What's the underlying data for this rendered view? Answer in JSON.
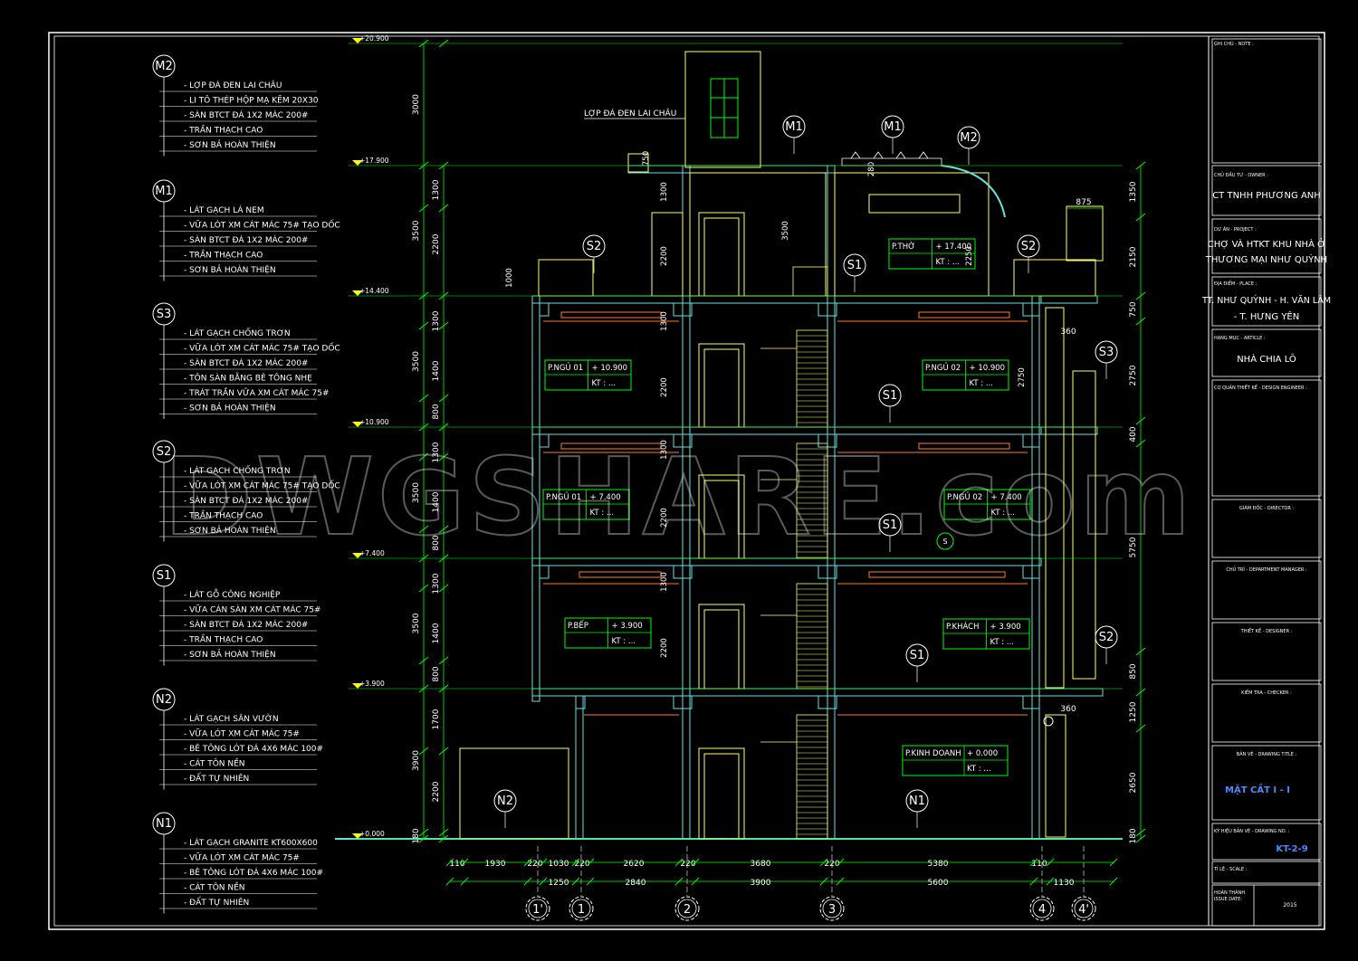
{
  "specs": [
    {
      "tag": "M2",
      "lines": [
        "- LỢP ĐÁ ĐEN LAI CHÂU",
        "- LI TÔ THÉP HỘP MẠ KẼM 20X30",
        "- SÀN BTCT ĐÁ 1X2 MÁC 200#",
        "- TRẦN THẠCH CAO",
        "- SƠN BẢ HOÀN THIỆN"
      ]
    },
    {
      "tag": "M1",
      "lines": [
        "- LÁT GẠCH LÁ NEM",
        "- VỮA LÓT XM CÁT MÁC 75# TẠO DỐC",
        "- SÀN BTCT ĐÁ 1X2 MÁC 200#",
        "- TRẦN THẠCH CAO",
        "- SƠN BẢ HOÀN THIỆN"
      ]
    },
    {
      "tag": "S3",
      "lines": [
        "- LÁT GẠCH CHỐNG TRƠN",
        "- VỮA LÓT XM CÁT MÁC 75# TẠO DỐC",
        "- SÀN BTCT ĐÁ 1X2 MÁC 200#",
        "- TÔN SÀN BẰNG BÊ TÔNG NHẸ",
        "- TRÁT TRẦN VỮA XM CÁT MÁC 75#",
        "- SƠN BẢ HOÀN THIỆN"
      ]
    },
    {
      "tag": "S2",
      "lines": [
        "- LÁT GẠCH CHỐNG TRƠN",
        "- VỮA LÓT XM CÁT MÁC 75# TẠO DỐC",
        "- SÀN BTCT ĐÁ 1X2 MÁC 200#",
        "- TRẦN THẠCH CAO",
        "- SƠN BẢ HOÀN THIỆN"
      ]
    },
    {
      "tag": "S1",
      "lines": [
        "- LÁT GỖ CÔNG NGHIỆP",
        "- VỮA CÁN SÀN XM CÁT MÁC 75#",
        "- SÀN BTCT ĐÁ 1X2 MÁC 200#",
        "- TRẦN THẠCH CAO",
        "- SƠN BẢ HOÀN THIỆN"
      ]
    },
    {
      "tag": "N2",
      "lines": [
        "- LÁT GẠCH SÂN VƯỜN",
        "- VỮA LÓT XM CÁT MÁC 75#",
        "- BÊ TÔNG LÓT ĐÁ 4X6 MÁC 100#",
        "- CÁT TÔN NỀN",
        "- ĐẤT TỰ NHIÊN"
      ]
    },
    {
      "tag": "N1",
      "lines": [
        "- LÁT GẠCH GRANITE KT600X600",
        "- VỮA LÓT XM CÁT MÁC 75#",
        "- BÊ TÔNG LÓT ĐÁ 4X6 MÁC 100#",
        "- CÁT TÔN NỀN",
        "- ĐẤT TỰ NHIÊN"
      ]
    }
  ],
  "levels": [
    "+20.900",
    "+17.900",
    "+14.400",
    "+10.900",
    "+7.400",
    "+3.900",
    "+0.000"
  ],
  "left_dims": {
    "outer": [
      "3000",
      "3500",
      "3500",
      "3500",
      "3500",
      "3900",
      "180"
    ],
    "inner": [
      "1300",
      "2200",
      "1300",
      "1400",
      "800",
      "1300",
      "1400",
      "800",
      "1300",
      "1400",
      "800",
      "1700",
      "2200"
    ]
  },
  "right_dims": [
    "1350",
    "2150",
    "750",
    "2750",
    "400",
    "5750",
    "850",
    "1250",
    "2650",
    "180"
  ],
  "right_small": {
    "d875": "875",
    "d360a": "360",
    "d360b": "360"
  },
  "roof_label": "LỢP ĐÁ ĐEN LAI CHÂU",
  "inner_dims": {
    "d1000": "1000",
    "d750": "750",
    "d3500": "3500",
    "d2250": "2250",
    "d2750": "2750",
    "d1300a": "1300",
    "d2200a": "2200",
    "d1300b": "1300",
    "d2200b": "2200",
    "d1300c": "1300",
    "d2200c": "2200",
    "d1300d": "1300",
    "d2200d": "2200",
    "d280": "280"
  },
  "rooms": [
    {
      "name": "P.THỜ",
      "level": "+ 17.400",
      "kt": "KT : ..."
    },
    {
      "name": "P.NGỦ 01",
      "level": "+ 10.900",
      "kt": "KT : ..."
    },
    {
      "name": "P.NGỦ 02",
      "level": "+ 10.900",
      "kt": "KT : ..."
    },
    {
      "name": "P.NGỦ 01",
      "level": "+ 7.400",
      "kt": "KT : ..."
    },
    {
      "name": "P.NGỦ 02",
      "level": "+ 7.400",
      "kt": "KT : ..."
    },
    {
      "name": "P.BẾP",
      "level": "+ 3.900",
      "kt": "KT : ..."
    },
    {
      "name": "P.KHÁCH",
      "level": "+ 3.900",
      "kt": "KT : ..."
    },
    {
      "name": "P.KINH DOANH",
      "level": "+ 0.000",
      "kt": "KT : ..."
    }
  ],
  "bubbles": [
    "M1",
    "M1",
    "M2",
    "S2",
    "S2",
    "S1",
    "S1",
    "S3",
    "S1",
    "S2",
    "S1",
    "N2",
    "N1"
  ],
  "small_s": "S",
  "bottom_dims": {
    "row1": [
      "110",
      "1930",
      "220",
      "1030",
      "220",
      "2620",
      "220",
      "3680",
      "220",
      "5380",
      "110"
    ],
    "row2": [
      "1250",
      "2840",
      "3900",
      "5600",
      "1130"
    ]
  },
  "grid_labels": [
    "1'",
    "1",
    "2",
    "3",
    "4",
    "4'"
  ],
  "title_block": {
    "note_label": "GHI CHÚ - NOTE :",
    "owner_label": "CHỦ ĐẦU TƯ - OWNER :",
    "owner": "CT TNHH PHƯƠNG ANH",
    "project_label": "DỰ ÁN - PROJECT :",
    "project": [
      "CHỢ VÀ HTKT KHU NHÀ Ở",
      "THƯƠNG MẠI NHƯ QUỲNH"
    ],
    "place_label": "ĐỊA ĐIỂM - PLACE :",
    "place": [
      "TT. NHƯ QUỲNH - H. VĂN LÂM",
      "- T. HƯNG YÊN"
    ],
    "article_label": "HẠNG MỤC - ARTICLE :",
    "article": "NHÀ CHIA LÔ",
    "design_label": "CQ QUẢN THIẾT KẾ - DESIGN ENGINEER :",
    "director_label": "GIÁM ĐỐC - DIRECTOR :",
    "manager_label": "CHỦ TRÌ - DEPARTMENT MANAGER :",
    "designer_label": "THIẾT KẾ - DESIGNER :",
    "checker_label": "KIỂM TRA - CHECKER :",
    "drawing_title_label": "BẢN VẼ - DRAWING TITLE :",
    "drawing_title": "MẶT CẮT I - I",
    "drawing_no_label": "KÝ HIỆU BẢN VẼ - DRAWING NO. :",
    "drawing_no": "KT-2-9",
    "scale_label": "TỈ LỆ - SCALE :",
    "date_label": [
      "HOÀN THÀNH",
      "ISSUE DATE:"
    ],
    "date": "2015"
  },
  "watermark": "DWGSHARE.com",
  "colors": {
    "background": "#000000",
    "line_white": "#ffffff",
    "line_green": "#00ff00",
    "line_yellow": "#ffff00",
    "line_cyan": "#66e0e0",
    "line_orange": "#ff7a30",
    "line_blue": "#4a8cff"
  }
}
